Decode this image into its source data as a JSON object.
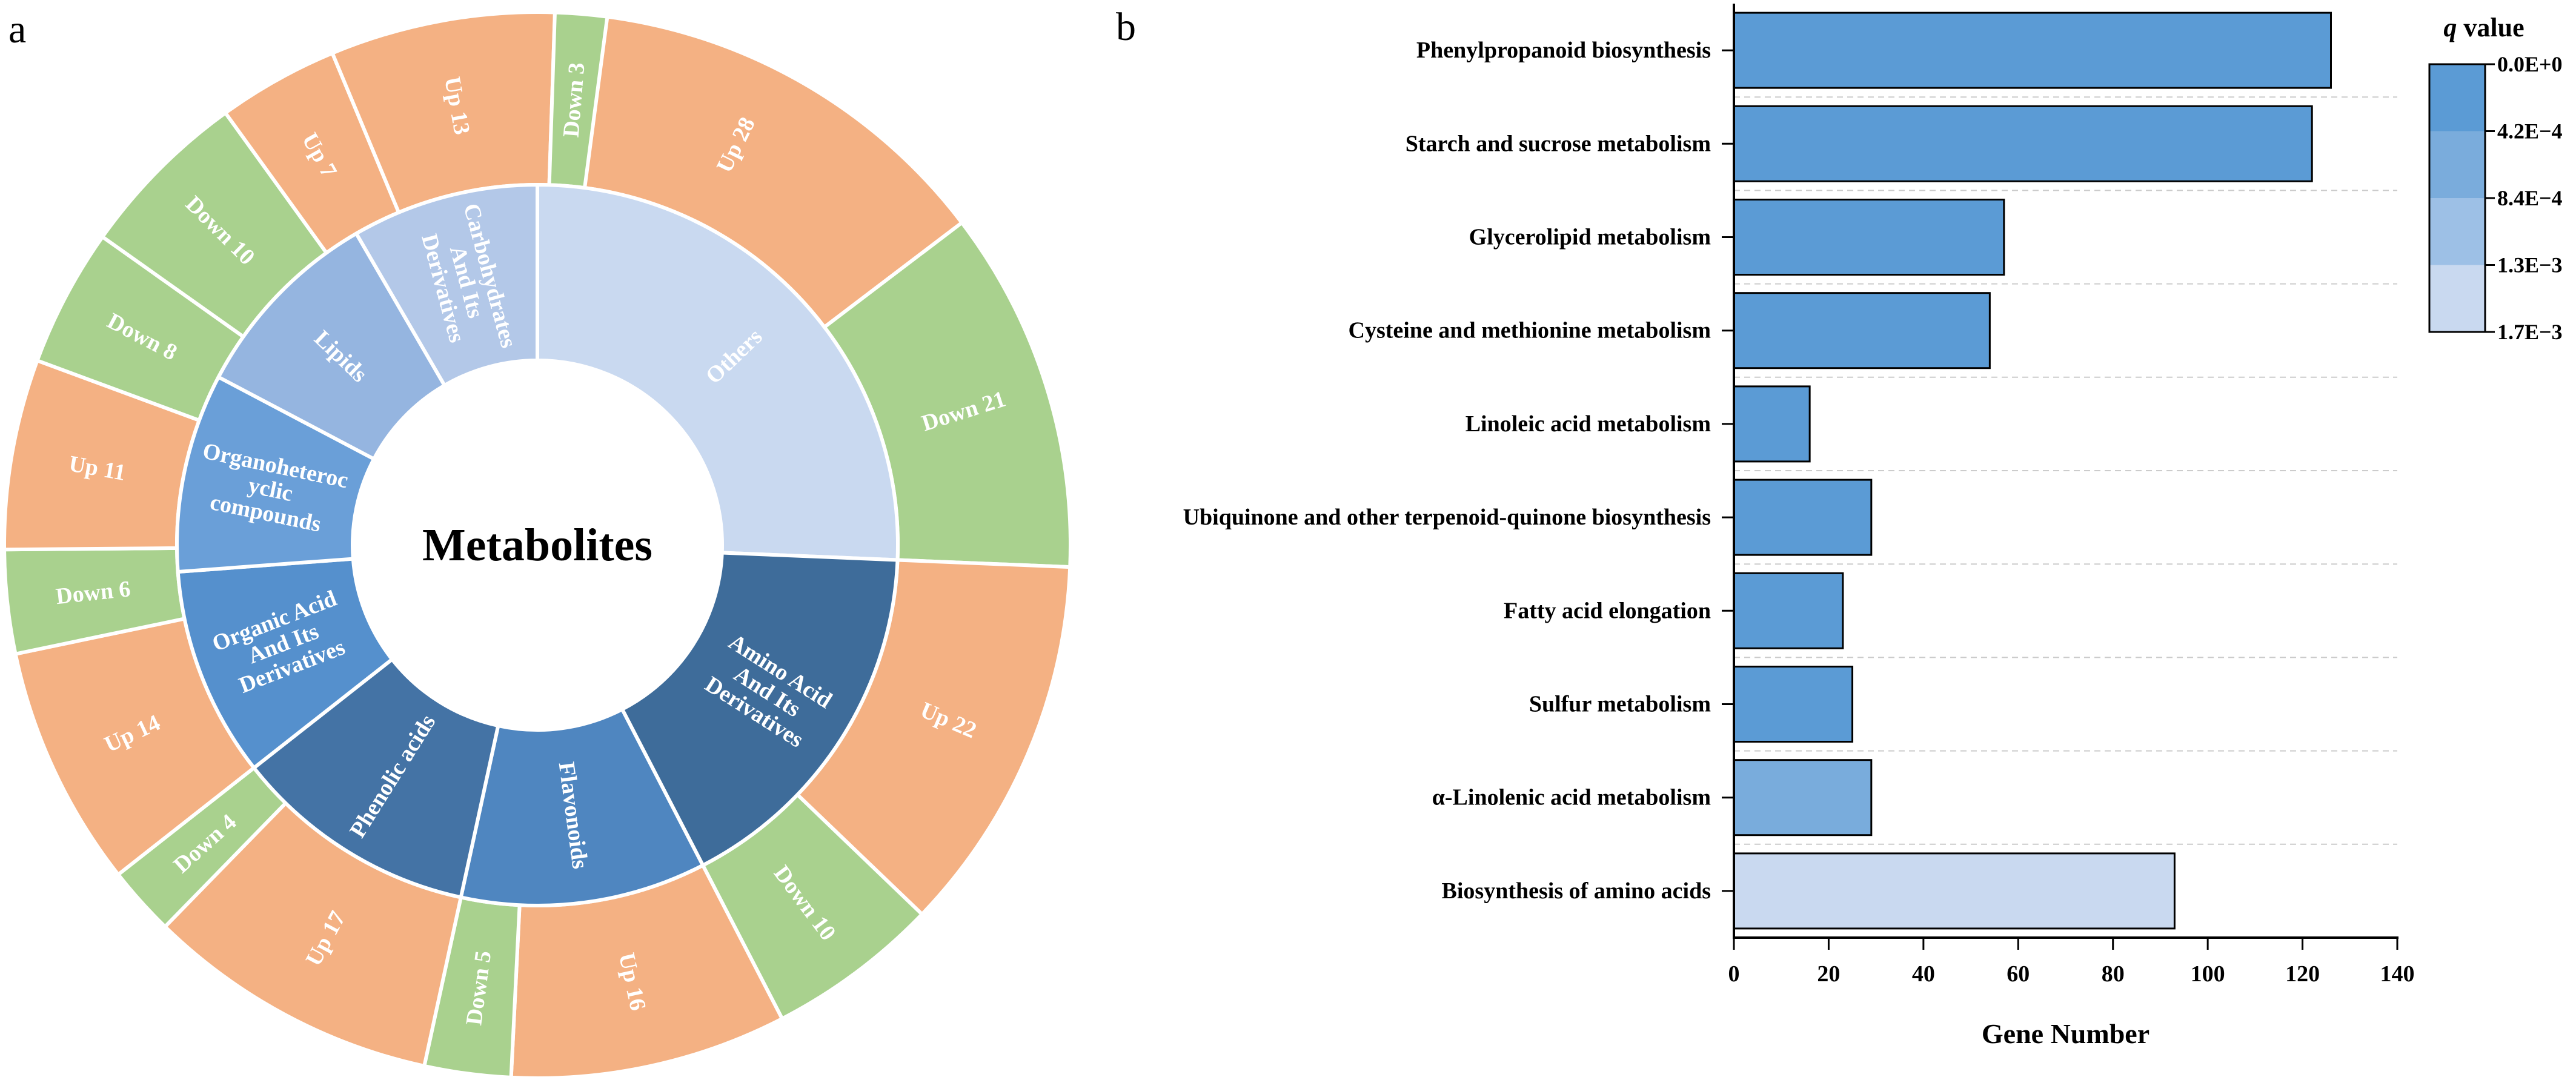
{
  "panels": {
    "left_letter": "a",
    "right_letter": "b"
  },
  "colors": {
    "up": "#F4B183",
    "down": "#A9D18E",
    "bar_edge": "#000000",
    "center": "#ffffff"
  },
  "chart_data": [
    {
      "type": "sunburst",
      "center_label": "Metabolites",
      "inner": [
        {
          "name": "Others",
          "value": 49,
          "color": "#C9D9F0"
        },
        {
          "name": "Amino Acid And Its Derivatives",
          "lines": [
            "Amino Acid",
            "And Its",
            "Derivatives"
          ],
          "value": 32,
          "color": "#3E6C9A"
        },
        {
          "name": "Flavonoids",
          "value": 21,
          "color": "#4F86C0"
        },
        {
          "name": "Phenolic acids",
          "value": 21,
          "color": "#4473A5"
        },
        {
          "name": "Organic Acid And Its Derivatives",
          "lines": [
            "Organic Acid",
            "And Its",
            "Derivatives"
          ],
          "value": 18,
          "color": "#5590CD"
        },
        {
          "name": "Organoheterocyclic compounds",
          "lines": [
            "Organoheteroc",
            "yclic",
            "compounds"
          ],
          "value": 17,
          "color": "#6A9FD8"
        },
        {
          "name": "Lipids",
          "value": 17,
          "color": "#95B5E0"
        },
        {
          "name": "Carbohydrates And Its Derivatives",
          "lines": [
            "Carbohydrates",
            "And Its",
            "Derivatives"
          ],
          "value": 16,
          "color": "#B3C8E8"
        }
      ],
      "outer": [
        {
          "label": "Up 28",
          "value": 28,
          "kind": "up"
        },
        {
          "label": "Down 21",
          "value": 21,
          "kind": "down"
        },
        {
          "label": "Up 22",
          "value": 22,
          "kind": "up"
        },
        {
          "label": "Down 10",
          "value": 10,
          "kind": "down"
        },
        {
          "label": "Up 16",
          "value": 16,
          "kind": "up"
        },
        {
          "label": "Down 5",
          "value": 5,
          "kind": "down"
        },
        {
          "label": "Up 17",
          "value": 17,
          "kind": "up"
        },
        {
          "label": "Down 4",
          "value": 4,
          "kind": "down"
        },
        {
          "label": "Up 14",
          "value": 14,
          "kind": "up"
        },
        {
          "label": "Down 6",
          "value": 6,
          "kind": "down"
        },
        {
          "label": "Up 11",
          "value": 11,
          "kind": "up"
        },
        {
          "label": "Down 8",
          "value": 8,
          "kind": "down"
        },
        {
          "label": "Down 10",
          "value": 10,
          "kind": "down"
        },
        {
          "label": "Up 7",
          "value": 7,
          "kind": "up"
        },
        {
          "label": "Up 13",
          "value": 13,
          "kind": "up"
        },
        {
          "label": "Down 3",
          "value": 3,
          "kind": "down"
        }
      ]
    },
    {
      "type": "bar",
      "orientation": "horizontal",
      "categories": [
        "Phenylpropanoid biosynthesis",
        "Starch and sucrose metabolism",
        "Glycerolipid metabolism",
        "Cysteine and methionine metabolism",
        "Linoleic acid metabolism",
        "Ubiquinone and other terpenoid-quinone biosynthesis",
        "Fatty acid elongation",
        "Sulfur metabolism",
        "α-Linolenic acid metabolism",
        "Biosynthesis of amino acids"
      ],
      "values": [
        126,
        122,
        57,
        54,
        16,
        29,
        23,
        25,
        29,
        93
      ],
      "q_values": [
        0.0,
        0.0,
        0.0,
        0.0,
        0.0,
        0.0,
        0.0,
        0.0,
        0.00055,
        0.0017
      ],
      "xlabel": "Gene Number",
      "xlim": [
        0,
        140
      ],
      "xticks": [
        0,
        20,
        40,
        60,
        80,
        100,
        120,
        140
      ],
      "grid": "horizontal dashed",
      "colorbar": {
        "title_italic": "q",
        "title_rest": " value",
        "ticks": [
          "0.0E+0",
          "4.2E−4",
          "8.4E−4",
          "1.3E−3",
          "1.7E−3"
        ],
        "tick_values": [
          0.0,
          0.00042,
          0.00084,
          0.0013,
          0.0017
        ],
        "colors": [
          "#5B9BD5",
          "#7AACDC",
          "#9DC0E6",
          "#C9D9F0"
        ]
      }
    }
  ]
}
